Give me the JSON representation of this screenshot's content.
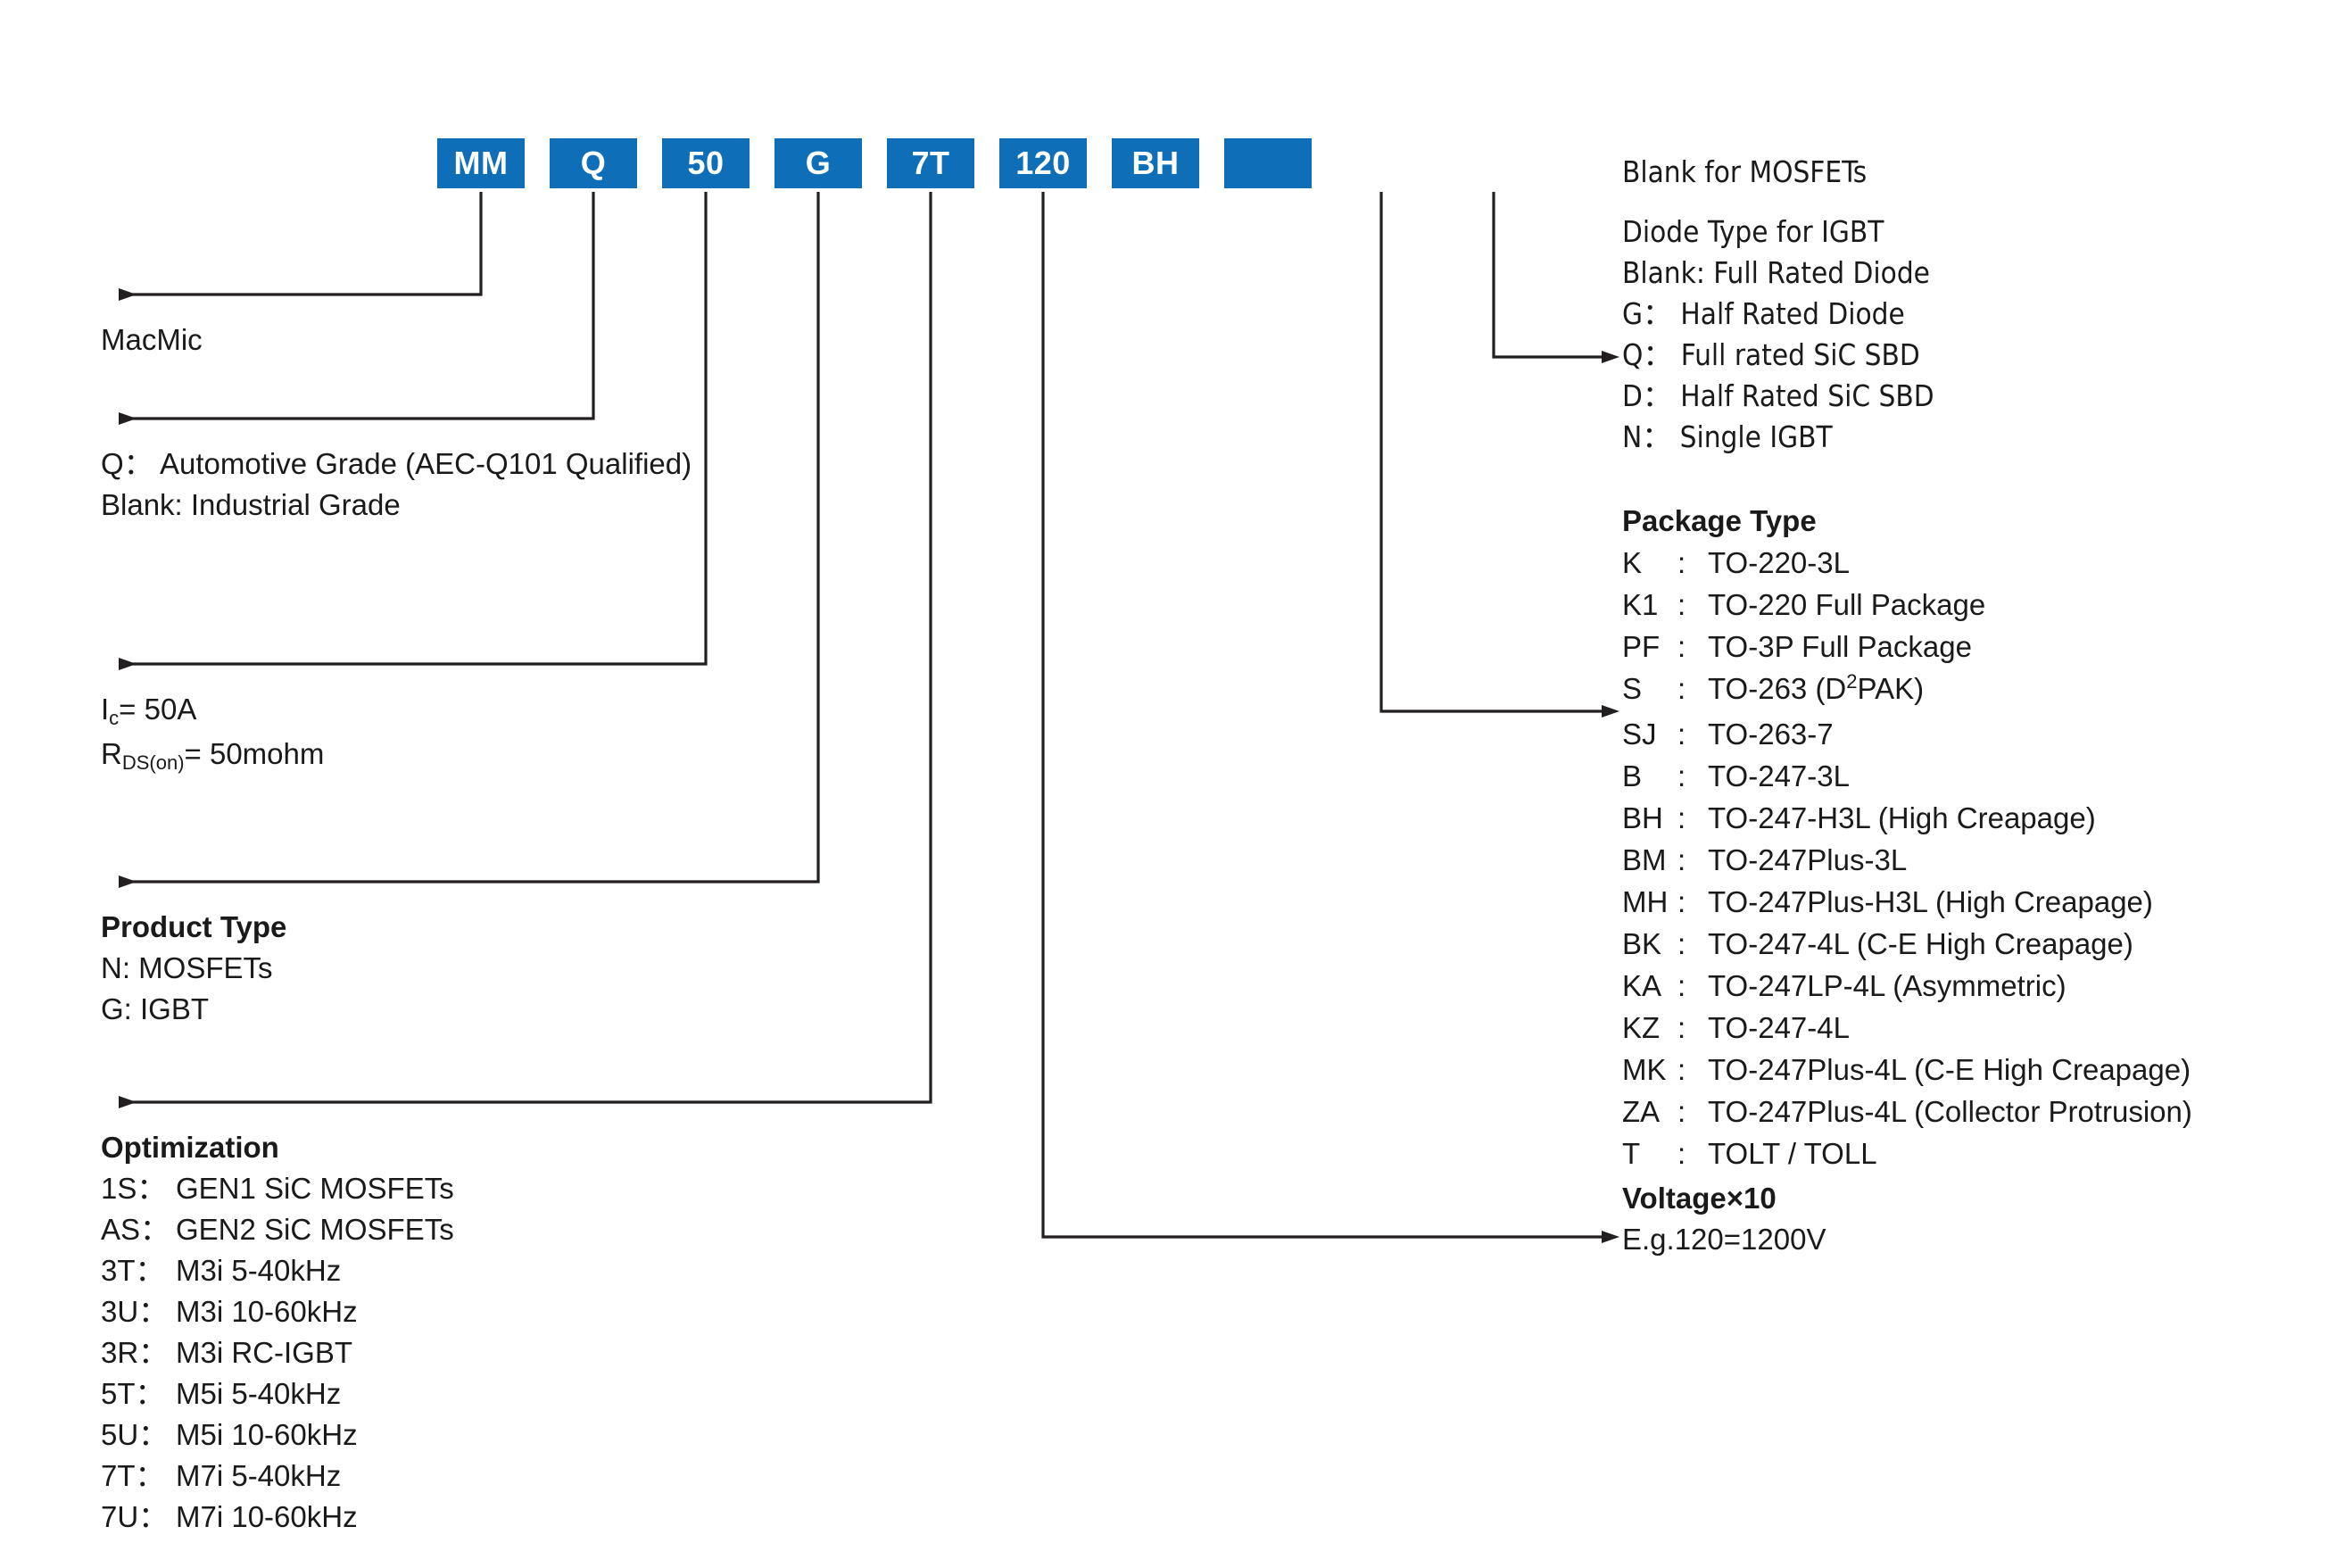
{
  "theme": {
    "block_blue": "#0E6EB8",
    "text_color": "#1a1a1a",
    "line_color": "#231f20",
    "background": "#ffffff"
  },
  "part_number": {
    "blocks": [
      {
        "label": "MM",
        "blank": false
      },
      {
        "label": "Q",
        "blank": false
      },
      {
        "label": "50",
        "blank": false
      },
      {
        "label": "G",
        "blank": false
      },
      {
        "label": "7T",
        "blank": false
      },
      {
        "label": "120",
        "blank": false
      },
      {
        "label": "BH",
        "blank": false
      },
      {
        "label": "",
        "blank": true
      }
    ]
  },
  "left_annotations": {
    "brand": {
      "lines": [
        "MacMic"
      ]
    },
    "grade": {
      "lines": [
        "Q： Automotive Grade (AEC-Q101 Qualified)",
        "Blank: Industrial Grade"
      ]
    },
    "ratings": {
      "current_prefix": "I",
      "current_sub": "c",
      "current_value": "= 50A",
      "rds_prefix": "R",
      "rds_sub": "DS(on)",
      "rds_value": "= 50mohm"
    },
    "product_type": {
      "heading": "Product Type",
      "lines": [
        "N: MOSFETs",
        "G: IGBT"
      ]
    },
    "optimization": {
      "heading": "Optimization",
      "items": [
        {
          "code": "1S：",
          "desc": "GEN1 SiC MOSFETs"
        },
        {
          "code": "AS：",
          "desc": "GEN2 SiC MOSFETs"
        },
        {
          "code": "3T：",
          "desc": "M3i 5-40kHz"
        },
        {
          "code": "3U：",
          "desc": "M3i 10-60kHz"
        },
        {
          "code": "3R：",
          "desc": "M3i RC-IGBT"
        },
        {
          "code": "5T：",
          "desc": "M5i 5-40kHz"
        },
        {
          "code": "5U：",
          "desc": "M5i 10-60kHz"
        },
        {
          "code": "7T：",
          "desc": "M7i 5-40kHz"
        },
        {
          "code": "7U：",
          "desc": "M7i 10-60kHz"
        }
      ]
    }
  },
  "right_annotations": {
    "mosfet_note": "Blank for MOSFETs",
    "diode_type": {
      "heading": "Diode Type for IGBT",
      "lines": [
        "Blank: Full Rated Diode",
        "G：  Half Rated Diode",
        "Q：  Full rated SiC SBD",
        "D：  Half Rated SiC SBD",
        "N：  Single IGBT"
      ]
    },
    "package_type": {
      "heading": "Package Type",
      "items": [
        {
          "code": "K",
          "sep": ":",
          "desc": "TO-220-3L"
        },
        {
          "code": "K1",
          "sep": ":",
          "desc": "TO-220 Full Package"
        },
        {
          "code": "PF",
          "sep": ":",
          "desc": "TO-3P Full Package"
        },
        {
          "code": "S",
          "sep": ":",
          "desc_pre": "TO-263 (D",
          "desc_sup": "2",
          "desc_post": "PAK)"
        },
        {
          "code": "SJ",
          "sep": ":",
          "desc": "TO-263-7"
        },
        {
          "code": "B",
          "sep": ":",
          "desc": "TO-247-3L"
        },
        {
          "code": "BH",
          "sep": ":",
          "desc": "TO-247-H3L (High Creapage)"
        },
        {
          "code": "BM",
          "sep": ":",
          "desc": "TO-247Plus-3L"
        },
        {
          "code": "MH",
          "sep": ":",
          "desc": "TO-247Plus-H3L (High Creapage)"
        },
        {
          "code": "BK",
          "sep": ":",
          "desc": "TO-247-4L (C-E High Creapage)"
        },
        {
          "code": "KA",
          "sep": ":",
          "desc": "TO-247LP-4L (Asymmetric)"
        },
        {
          "code": "KZ",
          "sep": ":",
          "desc": "TO-247-4L"
        },
        {
          "code": "MK",
          "sep": ":",
          "desc": "TO-247Plus-4L (C-E High Creapage)"
        },
        {
          "code": "ZA",
          "sep": ":",
          "desc": "TO-247Plus-4L (Collector Protrusion)"
        },
        {
          "code": "T",
          "sep": ":",
          "desc": "TOLT / TOLL"
        }
      ]
    },
    "voltage": {
      "heading": "Voltage×10",
      "example": "E.g.120=1200V"
    }
  }
}
